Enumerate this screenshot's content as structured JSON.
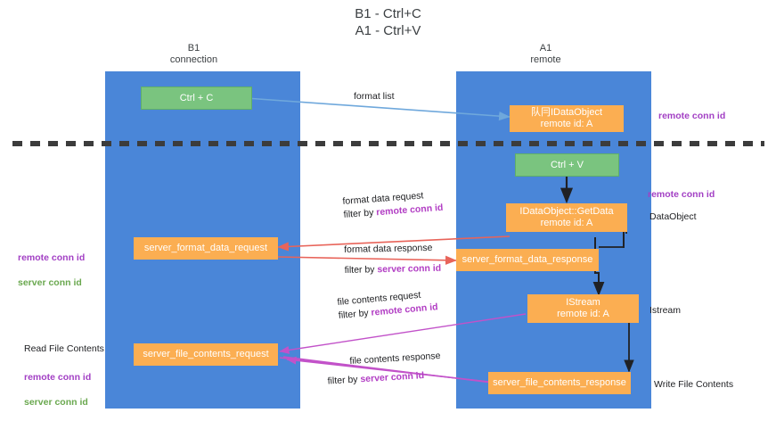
{
  "title": "B1 - Ctrl+C\nA1 - Ctrl+V",
  "lanes": {
    "left": {
      "name": "B1\nconnection"
    },
    "right": {
      "name": "A1\nremote"
    }
  },
  "nodes": {
    "ctrl_c": "Ctrl + C",
    "ctrl_v": "Ctrl + V",
    "idataobject_remote": "队冃IDataObject\nremote id: A",
    "idataobject_getdata": "IDataObject::GetData\nremote id: A",
    "istream": "IStream\nremote id: A",
    "server_format_data_request": "server_format_data_request",
    "server_format_data_response": "server_format_data_response",
    "server_file_contents_request": "server_file_contents_request",
    "server_file_contents_response": "server_file_contents_response"
  },
  "edges": {
    "format_list": "format list",
    "format_data_request": {
      "line1": "format data request",
      "line2_prefix": "filter by ",
      "line2_key": "remote conn id"
    },
    "format_data_response": {
      "line1": "format data response",
      "line2_prefix": "filter by ",
      "line2_key": "server conn id"
    },
    "file_contents_request": {
      "line1": "file contents request",
      "line2_prefix": "filter by ",
      "line2_key": "remote conn id"
    },
    "file_contents_response": {
      "line1": "file contents response",
      "line2_prefix": "filter by ",
      "line2_key": "server conn id"
    }
  },
  "annotations": {
    "right_remote_conn_id_top": "remote conn id",
    "right_remote_conn_id_mid": "remote conn id",
    "right_dataobject": "DataObject",
    "right_istream": "Istream",
    "right_write_file_contents": "Write File Contents",
    "left_conn_ids_mid": {
      "line1": "remote conn id",
      "line2": "server conn id"
    },
    "left_read_file_contents": "Read File Contents",
    "left_conn_ids_bottom": {
      "line1": "remote conn id",
      "line2": "server conn id"
    }
  },
  "colors": {
    "lane": "#4a86d8",
    "green_node": "#7ac47f",
    "orange_node": "#fbae52",
    "purple": "#b23ec4",
    "green_text": "#6aa84f",
    "red_arrow": "#e8645a",
    "blue_arrow": "#6fa8dc",
    "magenta_arrow": "#c252c9",
    "divider": "#3c3c3c"
  }
}
